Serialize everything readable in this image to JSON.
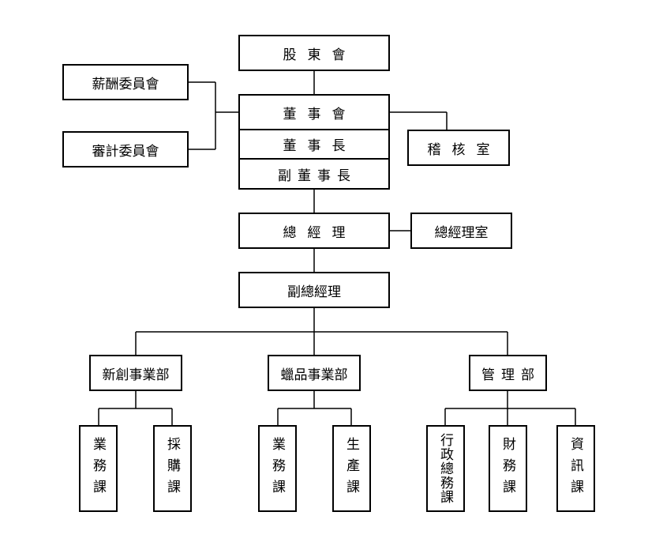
{
  "org_chart": {
    "shareholders": "股東會",
    "compensation_committee": "薪酬委員會",
    "audit_committee": "審計委員會",
    "board": "董事會",
    "chairman": "董事長",
    "vice_chairman": "副董事長",
    "internal_audit": "稽核室",
    "general_manager": "總經理",
    "gm_office": "總經理室",
    "deputy_gm": "副總經理",
    "divisions": [
      {
        "name": "新創事業部",
        "sections": [
          "業務課",
          "採購課"
        ]
      },
      {
        "name": "蠟品事業部",
        "sections": [
          "業務課",
          "生產課"
        ]
      },
      {
        "name": "管理部",
        "sections": [
          "行政總務課",
          "財務課",
          "資訊課"
        ]
      }
    ]
  }
}
